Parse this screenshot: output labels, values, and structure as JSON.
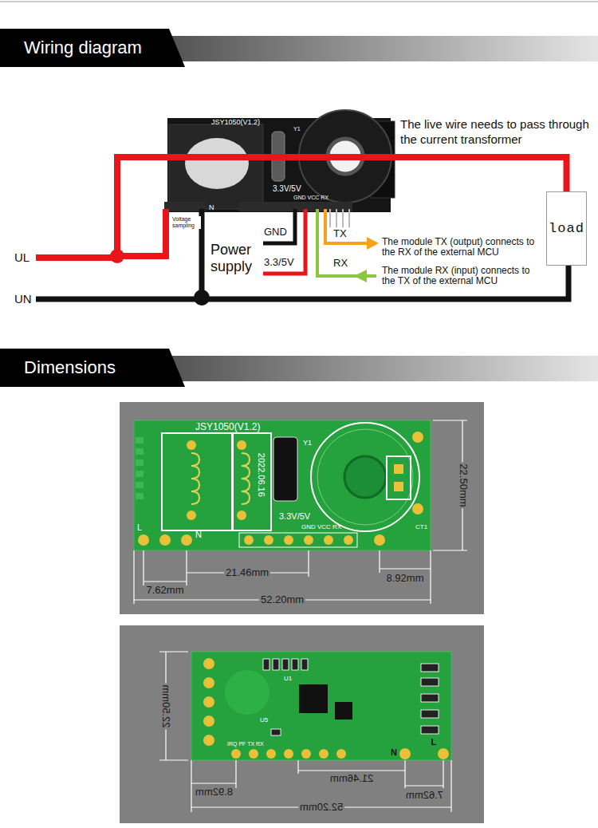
{
  "diagram": {
    "nodes": [
      {
        "text": [
          "Wiring diagram"
        ]
      },
      {
        "text": [
          "JSY1050(V1.2)",
          "Y1",
          "3.3V/5V",
          "GND VCC RX"
        ]
      },
      {
        "text": [
          "load"
        ]
      },
      {
        "text": [
          "Dimensions"
        ]
      }
    ],
    "edges": [
      {
        "from": 1,
        "to": 2,
        "arrow": "none"
      }
    ],
    "labels": [
      "The live wire needs to pass through the current transformer",
      "Voltage sampling",
      "N",
      "Power supply",
      "GND",
      "3.3/5V",
      "TX",
      "RX",
      "The module TX (output) connects to the RX of the external MCU",
      "The module RX (input) connects to the TX of the external MCU",
      "UL",
      "UN",
      "JSY1050(V1.2)",
      "2022.06.16",
      "Y1",
      "3.3V/5V",
      "GND VCC RX",
      "CT1",
      "L",
      "N",
      "22.50mm",
      "21.46mm",
      "8.92mm",
      "7.62mm",
      "52.20mm",
      "22.50mm",
      "U1",
      "U5",
      "IRQ PF TX RX",
      "N",
      "L",
      "21.46mm",
      "8.92mm",
      "7.62mm",
      "52.20mm"
    ]
  }
}
